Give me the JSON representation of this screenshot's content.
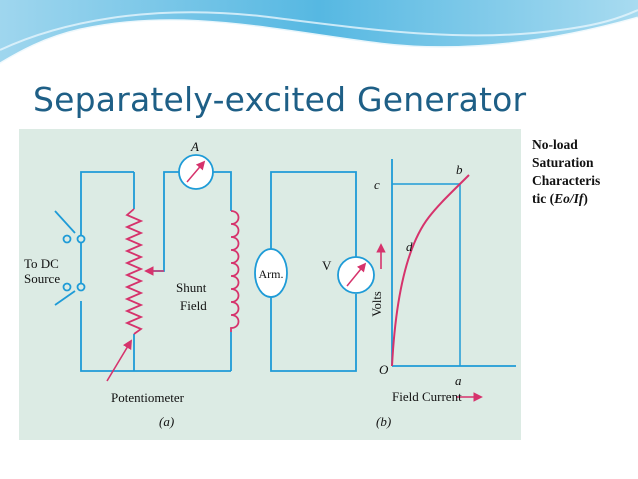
{
  "slide": {
    "title": "Separately-excited Generator",
    "caption": {
      "line1": "No-load",
      "line2": "Saturation",
      "line3": "Characteris",
      "line4_prefix": "tic (",
      "line4_quantity": "Eo/If",
      "line4_suffix": ")"
    }
  },
  "diagram": {
    "background_color": "#dcebe4",
    "wire_color": "#1e9bd7",
    "accent_color": "#d6336c",
    "circuit": {
      "ammeter_label": "A",
      "voltmeter_label": "V",
      "armature_label": "Arm.",
      "source_label_line1": "To DC",
      "source_label_line2": "Source",
      "field_label_line1": "Shunt",
      "field_label_line2": "Field",
      "potentiometer_label": "Potentiometer",
      "part_label": "(a)"
    },
    "graph": {
      "y_axis_label": "Volts",
      "x_axis_label": "Field Current",
      "origin_label": "O",
      "point_c_label": "c",
      "point_b_label": "b",
      "point_d_label": "d",
      "point_a_label": "a",
      "part_label": "(b)"
    }
  }
}
